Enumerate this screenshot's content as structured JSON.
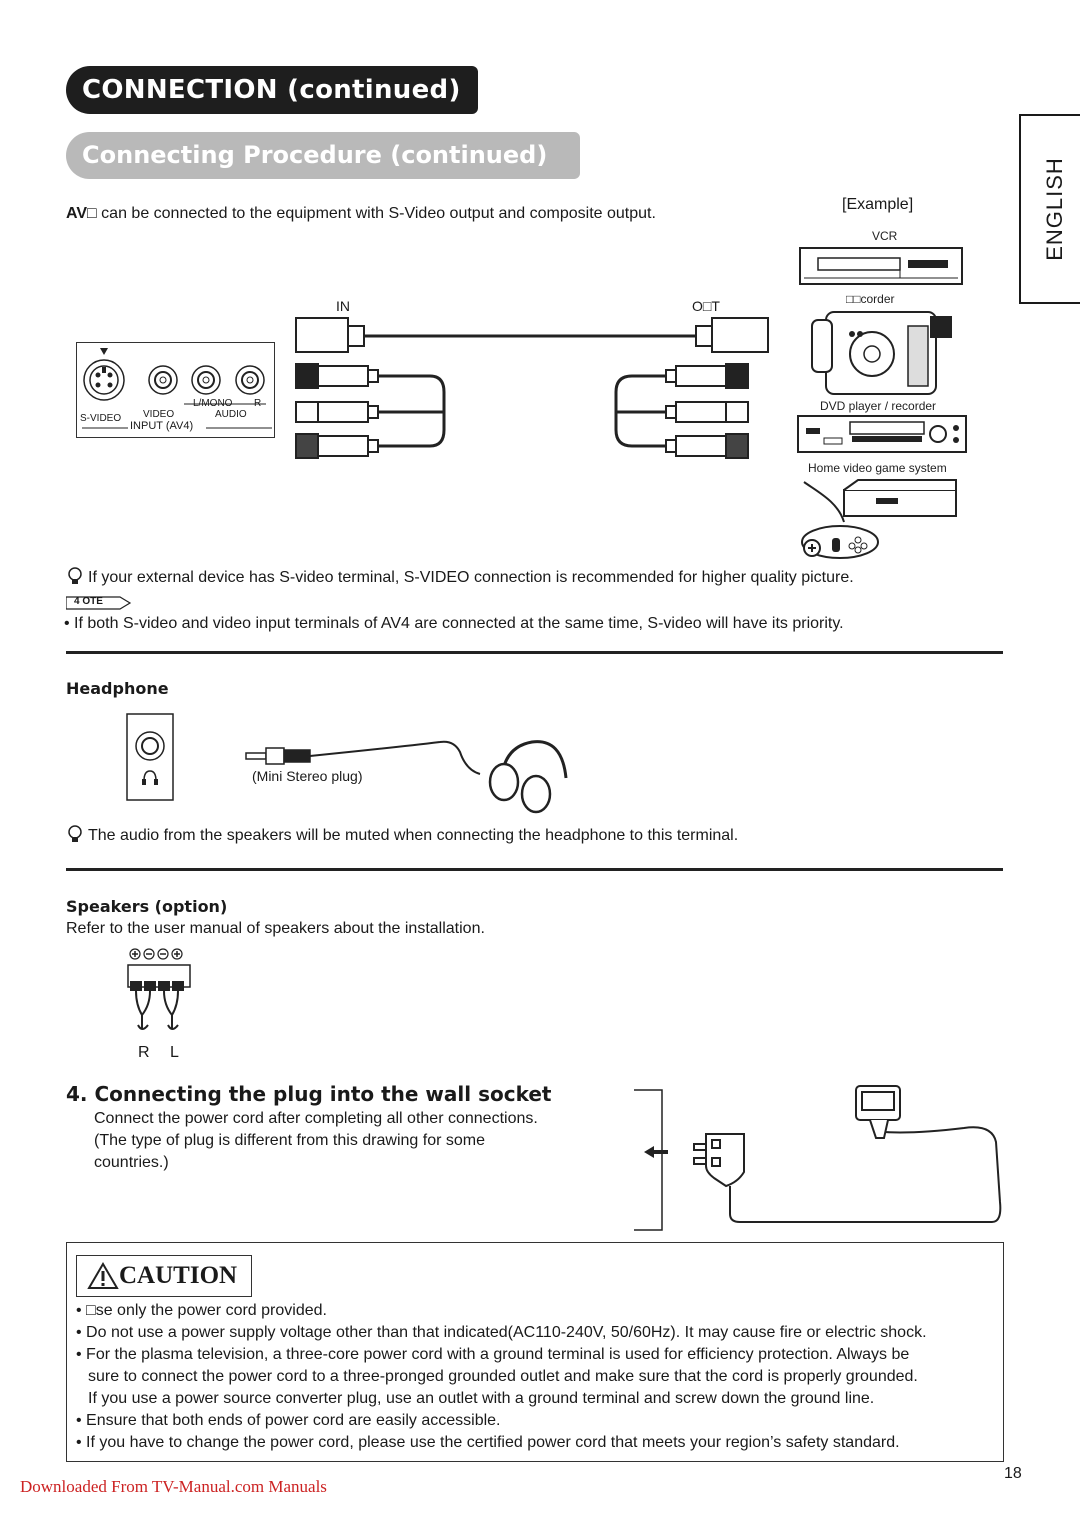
{
  "header": {
    "section_title": "CONNECTION (continued)",
    "subsection_title": "Connecting Procedure (continued)",
    "language_tab": "ENGLISH"
  },
  "av": {
    "intro_prefix": "AV",
    "intro_box": "□",
    "intro_text": "can be connected to the equipment with S-Video output and composite output.",
    "label_in": "IN",
    "label_out": "O□T",
    "panel_svideo": "S-VIDEO",
    "panel_video": "VIDEO",
    "panel_lmono": "L/MONO",
    "panel_r": "R",
    "panel_audio": "AUDIO",
    "panel_input": "INPUT (AV4)"
  },
  "example": {
    "label": "[Example]",
    "devices": [
      "VCR",
      "□□corder",
      "DVD player / recorder",
      "Home video game system"
    ]
  },
  "notes": {
    "hint_svideo": "If your external device has S-video terminal, S-VIDEO connection is recommended for higher quality picture.",
    "note_badge": "4 OTE",
    "note_priority": "• If both S-video and video input terminals of AV4 are connected at the same time, S-video will have its priority."
  },
  "headphone": {
    "title": "Headphone",
    "plug_label": "(Mini Stereo plug)",
    "hint": "The audio from the speakers will be muted when connecting the headphone to this terminal."
  },
  "speakers": {
    "title": "Speakers (option)",
    "text": "Refer to the user manual of speakers about the installation.",
    "label_r": "R",
    "label_l": "L"
  },
  "plug": {
    "title": "4. Connecting the plug into the wall socket",
    "lines": [
      "Connect the power cord after completing all other connections.",
      "(The type of plug is different from this drawing for some",
      "countries.)"
    ]
  },
  "caution": {
    "title": "CAUTION",
    "items": [
      "• □se only the power cord provided.",
      "• Do not use a power supply voltage other than that indicated(AC110-240V, 50/60Hz). It may cause fire or electric shock.",
      "• For the plasma television, a three-core power cord with a ground terminal is used for efficiency protection. Always be",
      "sure to connect the power cord to a three-pronged grounded outlet and make sure that the cord is properly grounded.",
      "If you use a power source converter plug, use an outlet with a ground terminal and screw down the ground line.",
      "• Ensure that both ends of power cord are easily accessible.",
      "• If you have to change the power cord, please use the certified power cord that meets your region’s safety standard."
    ]
  },
  "footer": {
    "link": "Downloaded From TV-Manual.com Manuals",
    "page_number": "18",
    "link_color": "#cc2222"
  }
}
